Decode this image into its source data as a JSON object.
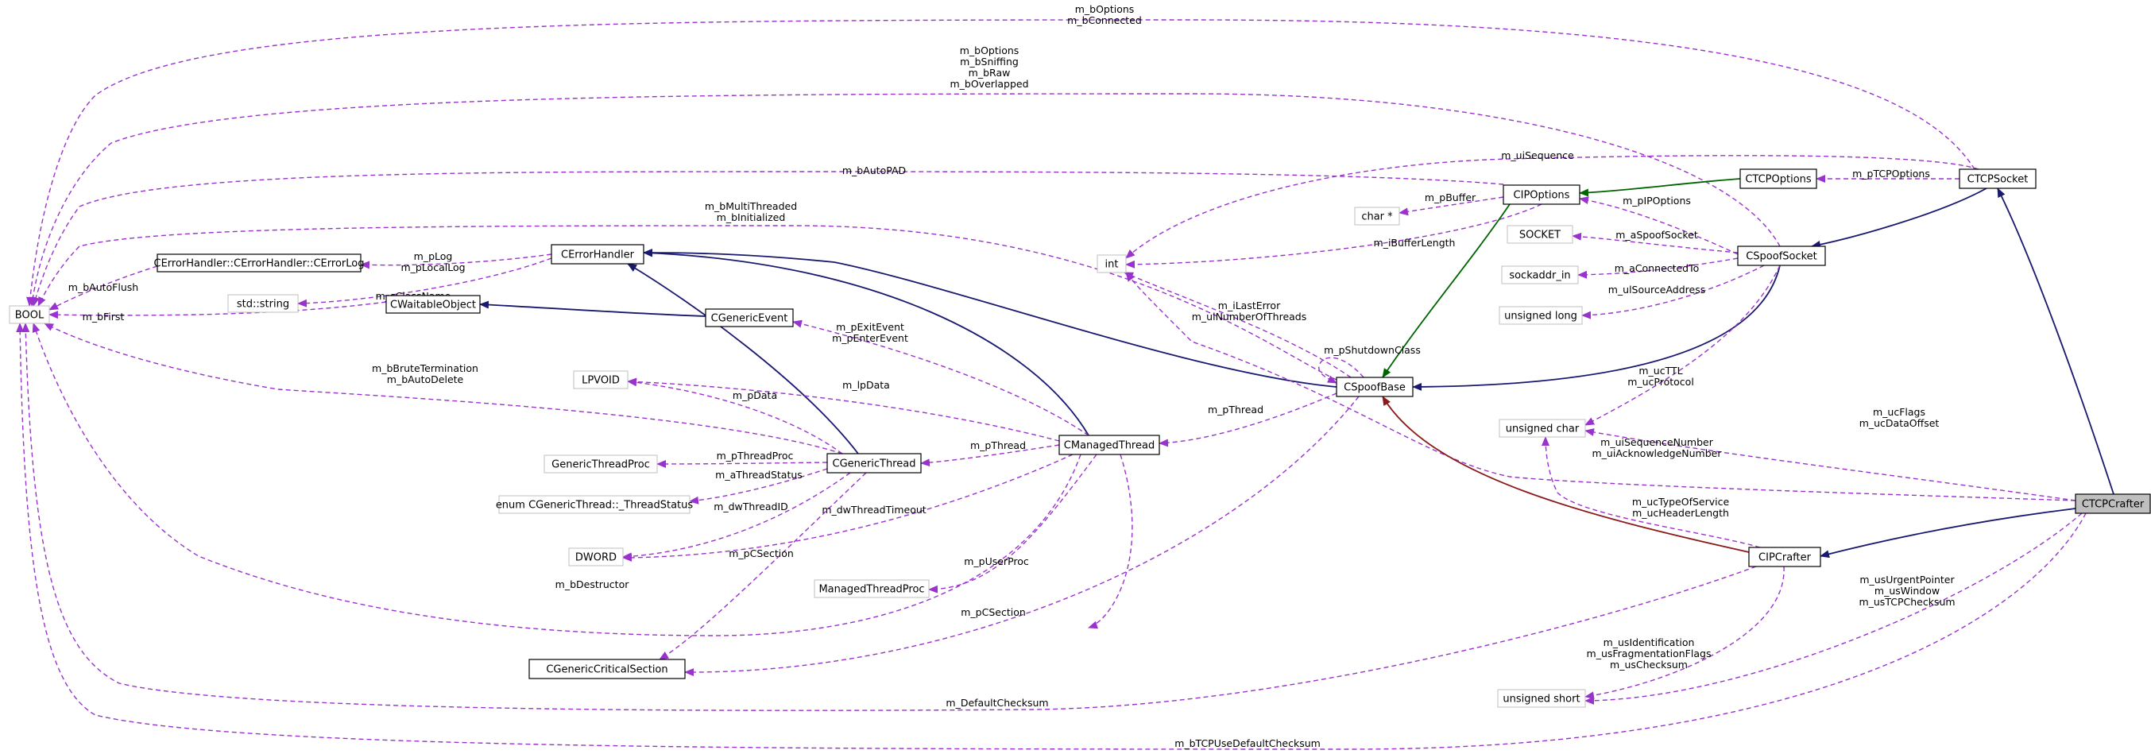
{
  "colors": {
    "usage": "#9a32cd",
    "inheritance": "#191970",
    "public_inheritance": "#006400",
    "protected_inheritance": "#8b1a1a",
    "selected_fill": "#bfbfbf",
    "external_border": "#bfbfbf"
  },
  "nodes": [
    {
      "id": "BOOL",
      "label": "BOOL",
      "kind": "ext"
    },
    {
      "id": "CErrorLog",
      "label": "CErrorHandler::CErrorHandler::CErrorLog",
      "kind": "class"
    },
    {
      "id": "stdstring",
      "label": "std::string",
      "kind": "ext"
    },
    {
      "id": "CErrorHandler",
      "label": "CErrorHandler",
      "kind": "class"
    },
    {
      "id": "CWaitableObject",
      "label": "CWaitableObject",
      "kind": "class"
    },
    {
      "id": "CGenericEvent",
      "label": "CGenericEvent",
      "kind": "class"
    },
    {
      "id": "LPVOID",
      "label": "LPVOID",
      "kind": "ext"
    },
    {
      "id": "GenericThreadProc",
      "label": "GenericThreadProc",
      "kind": "ext"
    },
    {
      "id": "ThreadStatus",
      "label": "enum CGenericThread::_ThreadStatus",
      "kind": "ext"
    },
    {
      "id": "DWORD",
      "label": "DWORD",
      "kind": "ext"
    },
    {
      "id": "CGenericThread",
      "label": "CGenericThread",
      "kind": "class"
    },
    {
      "id": "CManagedThread",
      "label": "CManagedThread",
      "kind": "class"
    },
    {
      "id": "ManagedThreadProc",
      "label": "ManagedThreadProc",
      "kind": "ext"
    },
    {
      "id": "CGenericCriticalSection",
      "label": "CGenericCriticalSection",
      "kind": "class"
    },
    {
      "id": "int",
      "label": "int",
      "kind": "ext"
    },
    {
      "id": "charptr",
      "label": "char *",
      "kind": "ext"
    },
    {
      "id": "CIPOptions",
      "label": "CIPOptions",
      "kind": "class"
    },
    {
      "id": "CTCPOptions",
      "label": "CTCPOptions",
      "kind": "class"
    },
    {
      "id": "CTCPSocket",
      "label": "CTCPSocket",
      "kind": "class"
    },
    {
      "id": "SOCKET",
      "label": "SOCKET",
      "kind": "ext"
    },
    {
      "id": "sockaddr_in",
      "label": "sockaddr_in",
      "kind": "ext"
    },
    {
      "id": "ulong",
      "label": "unsigned long",
      "kind": "ext"
    },
    {
      "id": "CSpoofSocket",
      "label": "CSpoofSocket",
      "kind": "class"
    },
    {
      "id": "CSpoofBase",
      "label": "CSpoofBase",
      "kind": "class"
    },
    {
      "id": "uchar",
      "label": "unsigned char",
      "kind": "ext"
    },
    {
      "id": "CIPCrafter",
      "label": "CIPCrafter",
      "kind": "class"
    },
    {
      "id": "ushort",
      "label": "unsigned short",
      "kind": "ext"
    },
    {
      "id": "CTCPCrafter",
      "label": "CTCPCrafter",
      "kind": "sel"
    }
  ],
  "edges": [
    {
      "from": "CTCPSocket",
      "to": "BOOL",
      "kind": "assoc",
      "labels": [
        "m_bOptions",
        "m_bConnected"
      ]
    },
    {
      "from": "CSpoofSocket",
      "to": "BOOL",
      "kind": "assoc",
      "labels": [
        "m_bOptions",
        "m_bSniffing",
        "m_bRaw",
        "m_bOverlapped"
      ]
    },
    {
      "from": "CIPOptions",
      "to": "BOOL",
      "kind": "assoc",
      "labels": [
        "m_bAutoPAD"
      ]
    },
    {
      "from": "CSpoofBase",
      "to": "BOOL",
      "kind": "assoc",
      "labels": [
        "m_bMultiThreaded",
        "m_bInitialized"
      ]
    },
    {
      "from": "CErrorLog",
      "to": "BOOL",
      "kind": "assoc",
      "labels": [
        "m_bAutoFlush"
      ]
    },
    {
      "from": "CWaitableObject",
      "to": "BOOL",
      "kind": "assoc",
      "labels": [
        "m_bFirst"
      ]
    },
    {
      "from": "CGenericThread",
      "to": "BOOL",
      "kind": "assoc",
      "labels": [
        "m_bBruteTermination",
        "m_bAutoDelete"
      ]
    },
    {
      "from": "CManagedThread",
      "to": "BOOL",
      "kind": "assoc",
      "labels": [
        "m_bDestructor"
      ]
    },
    {
      "from": "CIPCrafter",
      "to": "BOOL",
      "kind": "assoc",
      "labels": [
        "m_DefaultChecksum"
      ]
    },
    {
      "from": "CTCPCrafter",
      "to": "BOOL",
      "kind": "assoc",
      "labels": [
        "m_bTCPUseDefaultChecksum"
      ]
    },
    {
      "from": "CErrorHandler",
      "to": "CErrorLog",
      "kind": "assoc",
      "labels": [
        "m_pLog",
        "m_pLocalLog"
      ]
    },
    {
      "from": "CErrorHandler",
      "to": "stdstring",
      "kind": "assoc",
      "labels": [
        "m_sClassName"
      ]
    },
    {
      "from": "CGenericEvent",
      "to": "CWaitableObject",
      "kind": "inh",
      "labels": []
    },
    {
      "from": "CGenericThread",
      "to": "CErrorHandler",
      "kind": "inh",
      "labels": []
    },
    {
      "from": "CManagedThread",
      "to": "CErrorHandler",
      "kind": "inh",
      "labels": []
    },
    {
      "from": "CSpoofBase",
      "to": "CErrorHandler",
      "kind": "inh",
      "labels": []
    },
    {
      "from": "CGenericThread",
      "to": "LPVOID",
      "kind": "assoc",
      "labels": [
        "m_pData"
      ]
    },
    {
      "from": "CManagedThread",
      "to": "LPVOID",
      "kind": "assoc",
      "labels": [
        "m_lpData"
      ]
    },
    {
      "from": "CGenericThread",
      "to": "GenericThreadProc",
      "kind": "assoc",
      "labels": [
        "m_pThreadProc"
      ]
    },
    {
      "from": "CGenericThread",
      "to": "ThreadStatus",
      "kind": "assoc",
      "labels": [
        "m_aThreadStatus"
      ]
    },
    {
      "from": "CGenericThread",
      "to": "DWORD",
      "kind": "assoc",
      "labels": [
        "m_dwThreadID"
      ]
    },
    {
      "from": "CManagedThread",
      "to": "DWORD",
      "kind": "assoc",
      "labels": [
        "m_dwThreadTimeout"
      ]
    },
    {
      "from": "CManagedThread",
      "to": "CGenericEvent",
      "kind": "assoc",
      "labels": [
        "m_pExitEvent",
        "m_pEnterEvent"
      ]
    },
    {
      "from": "CManagedThread",
      "to": "CGenericThread",
      "kind": "assoc",
      "labels": [
        "m_pThread"
      ]
    },
    {
      "from": "CManagedThread",
      "to": "ManagedThreadProc",
      "kind": "assoc",
      "labels": [
        "m_pUserProc"
      ]
    },
    {
      "from": "CGenericThread",
      "to": "CGenericCriticalSection",
      "kind": "assoc",
      "labels": [
        "m_pCSection"
      ]
    },
    {
      "from": "CManagedThread",
      "to": "CGenericCriticalSection",
      "kind": "assoc",
      "labels": []
    },
    {
      "from": "CSpoofBase",
      "to": "CGenericCriticalSection",
      "kind": "assoc",
      "labels": [
        "m_pCSection"
      ]
    },
    {
      "from": "CSpoofBase",
      "to": "CManagedThread",
      "kind": "assoc",
      "labels": [
        "m_pThread"
      ]
    },
    {
      "from": "CSpoofBase",
      "to": "CSpoofBase",
      "kind": "assoc",
      "labels": [
        "m_pShutdownClass"
      ]
    },
    {
      "from": "CSpoofBase",
      "to": "int",
      "kind": "assoc",
      "labels": [
        "m_iLastError",
        "m_ulNumberOfThreads"
      ]
    },
    {
      "from": "CIPOptions",
      "to": "int",
      "kind": "assoc",
      "labels": [
        "m_iBufferLength"
      ]
    },
    {
      "from": "CTCPSocket",
      "to": "int",
      "kind": "assoc",
      "labels": [
        "m_uiSequence"
      ]
    },
    {
      "from": "CTCPCrafter",
      "to": "int",
      "kind": "assoc",
      "labels": [
        "m_uiSequenceNumber",
        "m_uiAcknowledgeNumber"
      ]
    },
    {
      "from": "CIPOptions",
      "to": "charptr",
      "kind": "assoc",
      "labels": [
        "m_pBuffer"
      ]
    },
    {
      "from": "CTCPOptions",
      "to": "CIPOptions",
      "kind": "pub",
      "labels": []
    },
    {
      "from": "CIPOptions",
      "to": "CSpoofBase",
      "kind": "pub",
      "labels": []
    },
    {
      "from": "CTCPSocket",
      "to": "CTCPOptions",
      "kind": "assoc",
      "labels": [
        "m_pTCPOptions"
      ]
    },
    {
      "from": "CSpoofSocket",
      "to": "CIPOptions",
      "kind": "assoc",
      "labels": [
        "m_pIPOptions"
      ]
    },
    {
      "from": "CTCPSocket",
      "to": "CSpoofSocket",
      "kind": "inh",
      "labels": []
    },
    {
      "from": "CSpoofSocket",
      "to": "SOCKET",
      "kind": "assoc",
      "labels": [
        "m_aSpoofSocket"
      ]
    },
    {
      "from": "CSpoofSocket",
      "to": "sockaddr_in",
      "kind": "assoc",
      "labels": [
        "m_aConnectedTo"
      ]
    },
    {
      "from": "CSpoofSocket",
      "to": "ulong",
      "kind": "assoc",
      "labels": [
        "m_ulSourceAddress"
      ]
    },
    {
      "from": "CSpoofSocket",
      "to": "CSpoofBase",
      "kind": "inh",
      "labels": []
    },
    {
      "from": "CSpoofSocket",
      "to": "uchar",
      "kind": "assoc",
      "labels": [
        "m_ucTTL",
        "m_ucProtocol"
      ]
    },
    {
      "from": "CTCPCrafter",
      "to": "uchar",
      "kind": "assoc",
      "labels": [
        "m_ucFlags",
        "m_ucDataOffset"
      ]
    },
    {
      "from": "CIPCrafter",
      "to": "uchar",
      "kind": "assoc",
      "labels": [
        "m_ucTypeOfService",
        "m_ucHeaderLength"
      ]
    },
    {
      "from": "CIPCrafter",
      "to": "CSpoofBase",
      "kind": "prot",
      "labels": []
    },
    {
      "from": "CIPCrafter",
      "to": "ushort",
      "kind": "assoc",
      "labels": [
        "m_usIdentification",
        "m_usFragmentationFlags",
        "m_usChecksum"
      ]
    },
    {
      "from": "CTCPCrafter",
      "to": "ushort",
      "kind": "assoc",
      "labels": [
        "m_usUrgentPointer",
        "m_usWindow",
        "m_usTCPChecksum"
      ]
    },
    {
      "from": "CTCPCrafter",
      "to": "CIPCrafter",
      "kind": "inh",
      "labels": []
    },
    {
      "from": "CTCPCrafter",
      "to": "CTCPSocket",
      "kind": "inh",
      "labels": []
    }
  ]
}
